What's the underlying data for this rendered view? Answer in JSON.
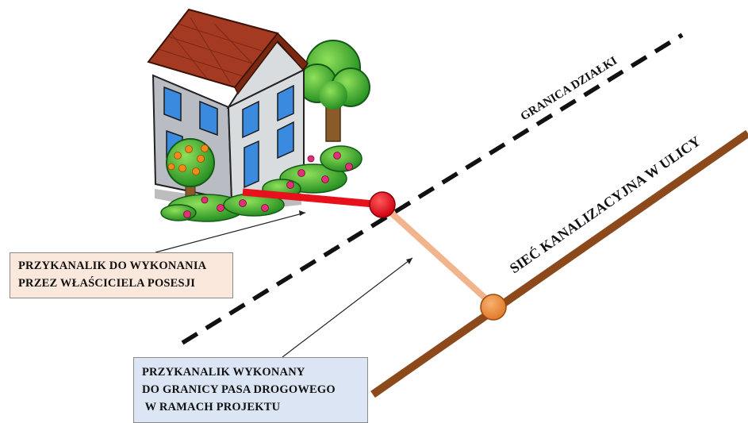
{
  "labels": {
    "plot_boundary": "GRANICA DZIAŁKI",
    "sewer_network": "SIEĆ KANALIZACYJNA W ULICY"
  },
  "callouts": {
    "owner_connection": [
      "PRZYKANALIK DO WYKONANIA",
      "PRZEZ WŁAŚCICIELA POSESJI"
    ],
    "project_connection": [
      "PRZYKANALIK WYKONANY",
      "DO GRANICY PASA DROGOWEGO",
      " W RAMACH PROJEKTU"
    ]
  },
  "colors": {
    "owner_connection_line": "#e8101a",
    "project_connection_line": "#f2b48c",
    "sewer_pipe": "#8c4a1c",
    "boundary_node": "#e8101a",
    "sewer_node": "#ee8c3c",
    "owner_callout_bg": "#fbe8dc",
    "project_callout_bg": "#dbe5f3"
  },
  "icons": [
    "house-icon",
    "tree-icon",
    "bush-icon",
    "orange-tree-icon"
  ]
}
